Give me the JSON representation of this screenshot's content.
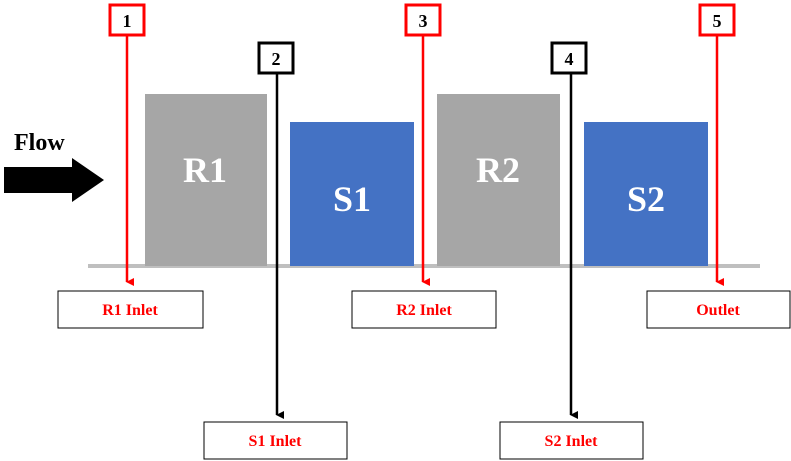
{
  "flow_label": "Flow",
  "blocks": [
    {
      "id": "r1",
      "label": "R1",
      "kind": "rotor"
    },
    {
      "id": "s1",
      "label": "S1",
      "kind": "stator"
    },
    {
      "id": "r2",
      "label": "R2",
      "kind": "rotor"
    },
    {
      "id": "s2",
      "label": "S2",
      "kind": "stator"
    }
  ],
  "stations": [
    {
      "number": "1",
      "label": "R1 Inlet",
      "color": "red"
    },
    {
      "number": "2",
      "label": "S1 Inlet",
      "color": "black"
    },
    {
      "number": "3",
      "label": "R2 Inlet",
      "color": "red"
    },
    {
      "number": "4",
      "label": "S2 Inlet",
      "color": "black"
    },
    {
      "number": "5",
      "label": "Outlet",
      "color": "red"
    }
  ],
  "colors": {
    "rotor": "#a6a6a6",
    "stator": "#4472c4",
    "red": "#ff0000",
    "black": "#000000",
    "baseline": "#bfbfbf",
    "label_text": "#ff0000"
  }
}
